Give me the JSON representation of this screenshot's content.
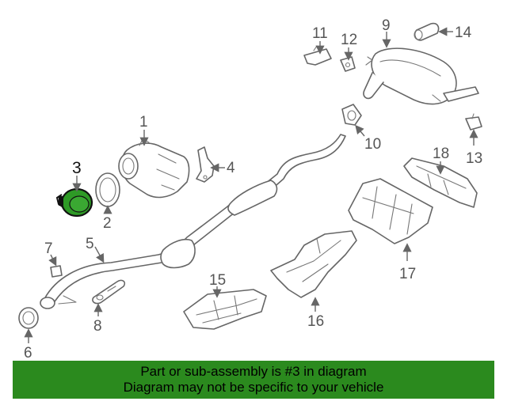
{
  "callouts": {
    "c1": "1",
    "c2": "2",
    "c3": "3",
    "c4": "4",
    "c5": "5",
    "c6": "6",
    "c7": "7",
    "c8": "8",
    "c9": "9",
    "c10": "10",
    "c11": "11",
    "c12": "12",
    "c13": "13",
    "c14": "14",
    "c15": "15",
    "c16": "16",
    "c17": "17",
    "c18": "18"
  },
  "highlighted_part": "3",
  "banner": {
    "line1": "Part or sub-assembly is #3 in diagram",
    "line2": "Diagram may not be specific to your vehicle",
    "background": "#2b8a1e"
  },
  "colors": {
    "highlight_fill": "#2e9a26",
    "line": "#666666"
  }
}
